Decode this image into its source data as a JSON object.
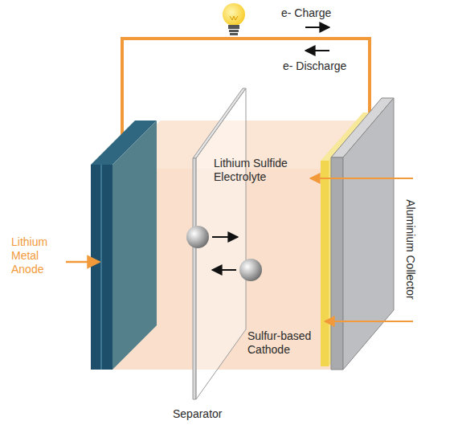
{
  "diagram": {
    "labels": [
      "e- Charge",
      "e- Discharge",
      "Lithium Sulfide Electrolyte",
      "Lithium Metal Anode",
      "Aluminium Collector",
      "Sulfur-based Cathode",
      "Separator"
    ]
  }
}
